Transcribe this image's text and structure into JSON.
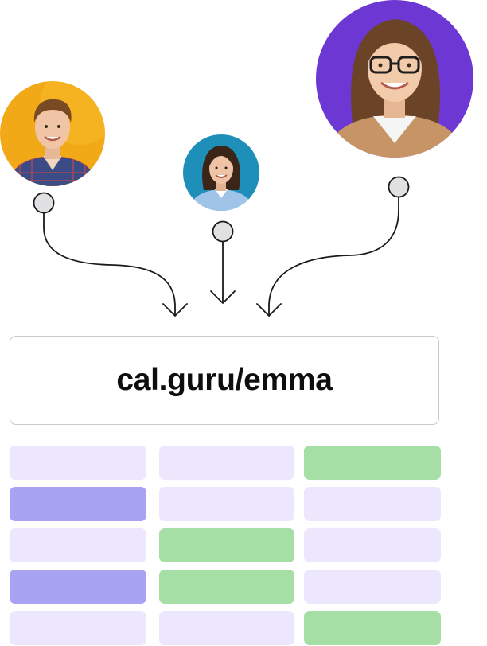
{
  "avatars": [
    {
      "name": "avatar-man-orange-background",
      "bg": "#f2a917"
    },
    {
      "name": "avatar-woman-blue-background",
      "bg": "#1d8fb8"
    },
    {
      "name": "avatar-woman-purple-background",
      "bg": "#6c37d3"
    }
  ],
  "booking_link": {
    "url": "cal.guru/emma"
  },
  "colors": {
    "connector": "#1a1a1a",
    "node_fill": "#e1e1e4",
    "slot_available": "#ede7fd",
    "slot_selected": "#a9a3f3",
    "slot_booked": "#a6dfa6"
  },
  "slot_grid": {
    "columns": 3,
    "rows": [
      [
        "available",
        "available",
        "booked"
      ],
      [
        "selected",
        "available",
        "available"
      ],
      [
        "available",
        "booked",
        "available"
      ],
      [
        "selected",
        "booked",
        "available"
      ],
      [
        "available",
        "available",
        "booked"
      ]
    ]
  }
}
